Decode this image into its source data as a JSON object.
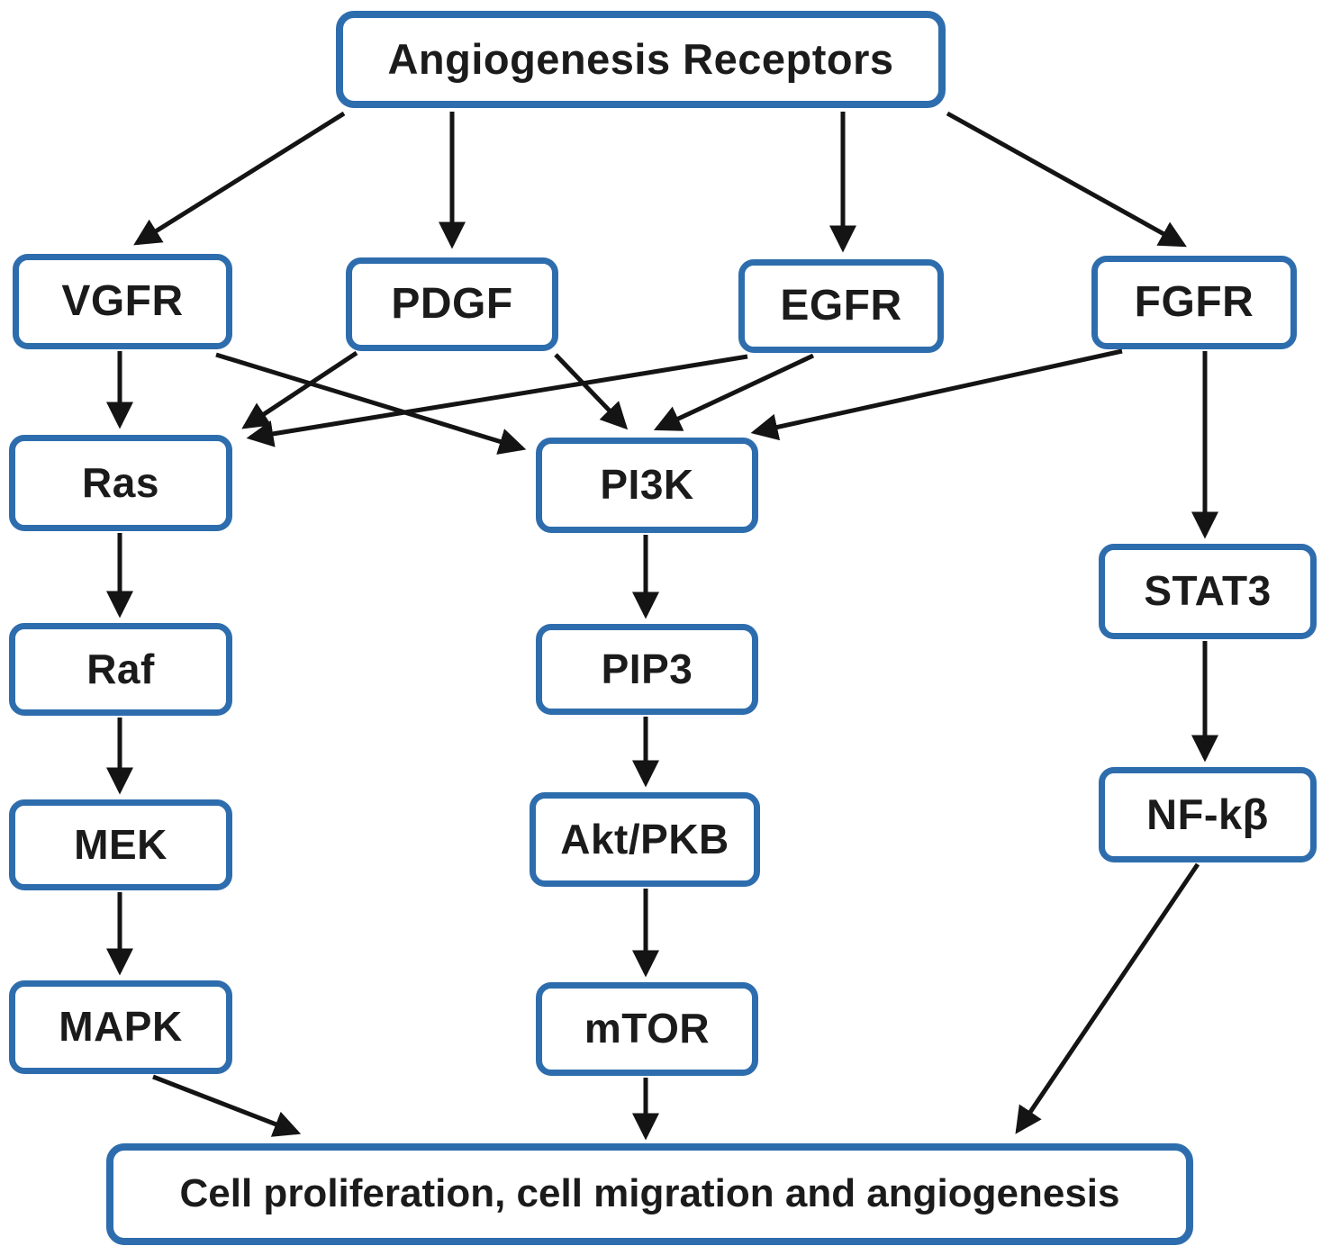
{
  "figure": {
    "kind": "signaling-pathway-flowchart",
    "colors": {
      "box_border": "#2e6dad",
      "box_fill": "#ffffff",
      "arrow": "#141414",
      "text": "#1b1b1b",
      "background": "#ffffff"
    }
  },
  "nodes": {
    "receptors": "Angiogenesis Receptors",
    "vgfr": "VGFR",
    "pdgf": "PDGF",
    "egfr": "EGFR",
    "fgfr": "FGFR",
    "ras": "Ras",
    "raf": "Raf",
    "mek": "MEK",
    "mapk": "MAPK",
    "pi3k": "PI3K",
    "pip3": "PIP3",
    "akt_pkb": "Akt/PKB",
    "mtor": "mTOR",
    "stat3": "STAT3",
    "nf_kb": "NF-kβ",
    "outcome": "Cell proliferation, cell migration and angiogenesis"
  },
  "edges": [
    {
      "from": "receptors",
      "to": "vgfr"
    },
    {
      "from": "receptors",
      "to": "pdgf"
    },
    {
      "from": "receptors",
      "to": "egfr"
    },
    {
      "from": "receptors",
      "to": "fgfr"
    },
    {
      "from": "vgfr",
      "to": "ras"
    },
    {
      "from": "vgfr",
      "to": "pi3k"
    },
    {
      "from": "pdgf",
      "to": "ras"
    },
    {
      "from": "pdgf",
      "to": "pi3k"
    },
    {
      "from": "egfr",
      "to": "ras"
    },
    {
      "from": "egfr",
      "to": "pi3k"
    },
    {
      "from": "fgfr",
      "to": "pi3k"
    },
    {
      "from": "fgfr",
      "to": "stat3"
    },
    {
      "from": "ras",
      "to": "raf"
    },
    {
      "from": "raf",
      "to": "mek"
    },
    {
      "from": "mek",
      "to": "mapk"
    },
    {
      "from": "pi3k",
      "to": "pip3"
    },
    {
      "from": "pip3",
      "to": "akt_pkb"
    },
    {
      "from": "akt_pkb",
      "to": "mtor"
    },
    {
      "from": "stat3",
      "to": "nf_kb"
    },
    {
      "from": "mapk",
      "to": "outcome"
    },
    {
      "from": "mtor",
      "to": "outcome"
    },
    {
      "from": "nf_kb",
      "to": "outcome"
    }
  ]
}
